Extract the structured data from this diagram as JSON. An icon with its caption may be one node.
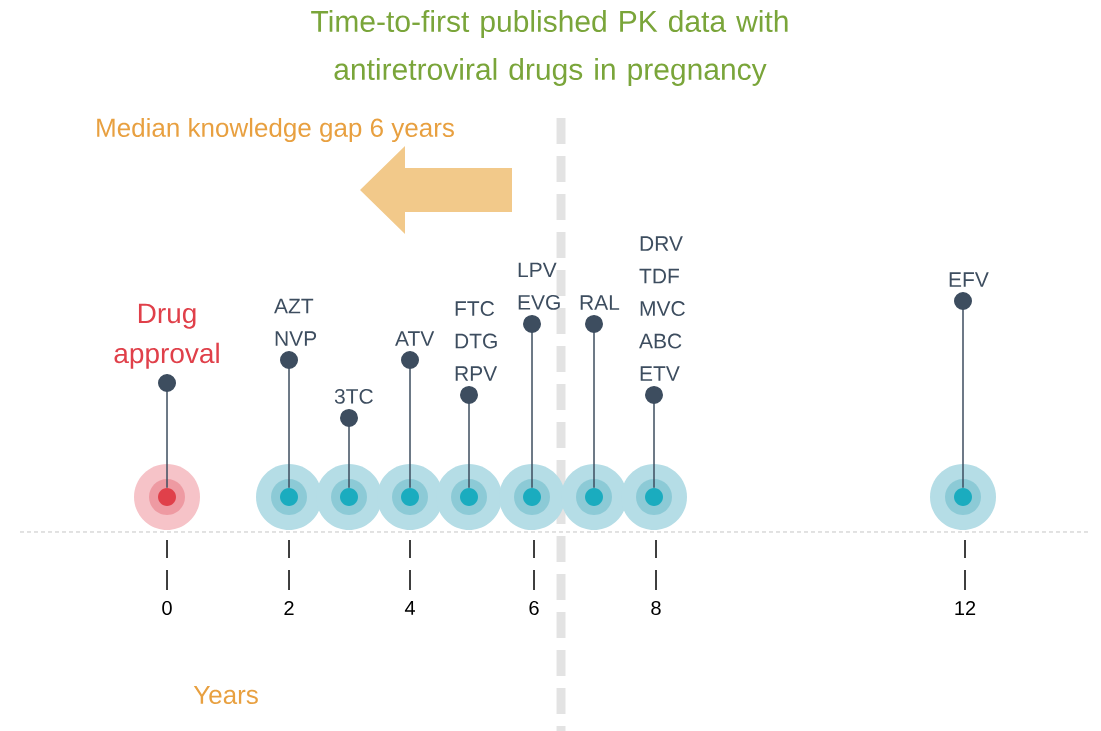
{
  "diagram": {
    "title": "Time-to-first published PK data with antiretroviral drugs in pregnancy",
    "nodes": [
      {
        "text": [
          "Drug approval"
        ]
      },
      {
        "text": [
          "AZT NVP"
        ]
      },
      {
        "text": [
          "3TC"
        ]
      },
      {
        "text": [
          "ATV"
        ]
      },
      {
        "text": [
          "FTC DTG RPV"
        ]
      },
      {
        "text": [
          "LPV EVG"
        ]
      },
      {
        "text": [
          "RAL"
        ]
      },
      {
        "text": [
          "DRV TDF MVC ABC ETV"
        ]
      },
      {
        "text": [
          "EFV"
        ]
      },
      {
        "text": [],
        "shape": "circle"
      },
      {
        "text": [],
        "shape": "circle"
      },
      {
        "text": [],
        "shape": "circle"
      },
      {
        "text": [],
        "shape": "circle"
      },
      {
        "text": [],
        "shape": "circle"
      },
      {
        "text": [],
        "shape": "circle"
      },
      {
        "text": [],
        "shape": "circle"
      },
      {
        "text": [],
        "shape": "circle"
      },
      {
        "text": [],
        "shape": "circle"
      }
    ],
    "edges": [
      {
        "from": 9,
        "to": 0,
        "arrow": "other"
      },
      {
        "from": 10,
        "to": 1,
        "arrow": "other"
      },
      {
        "from": 11,
        "to": 2,
        "arrow": "other"
      },
      {
        "from": 12,
        "to": 3,
        "arrow": "other"
      },
      {
        "from": 13,
        "to": 4,
        "arrow": "other"
      },
      {
        "from": 14,
        "to": 5,
        "arrow": "other"
      },
      {
        "from": 15,
        "to": 6,
        "arrow": "other"
      },
      {
        "from": 16,
        "to": 7,
        "arrow": "other"
      },
      {
        "from": 17,
        "to": 8,
        "arrow": "other"
      }
    ],
    "labels": [
      "Median knowledge gap 6 years",
      "0",
      "2",
      "4",
      "6",
      "8",
      "12",
      "Years"
    ]
  }
}
